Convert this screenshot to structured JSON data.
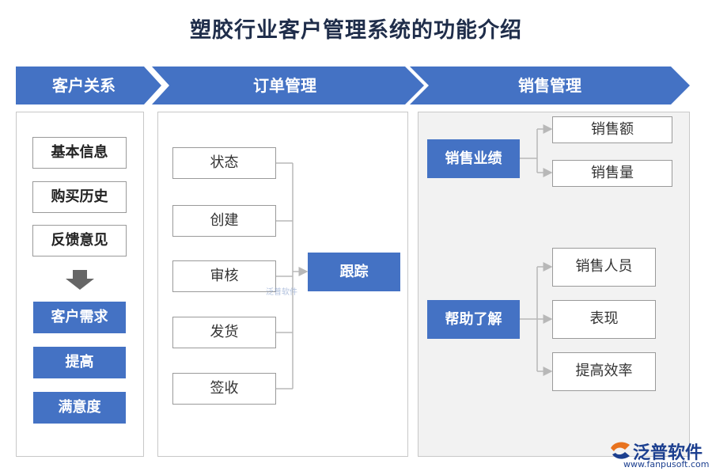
{
  "title": "塑胶行业客户管理系统的功能介绍",
  "banners": [
    "客户关系",
    "订单管理",
    "销售管理"
  ],
  "customer": {
    "info_items": [
      "基本信息",
      "购买历史",
      "反馈意见"
    ],
    "result_items": [
      "客户需求",
      "提高",
      "满意度"
    ]
  },
  "order": {
    "steps": [
      "状态",
      "创建",
      "审核",
      "发货",
      "签收"
    ],
    "target": "跟踪",
    "watermark": "泛普软件"
  },
  "sales": {
    "performance": {
      "label": "销售业绩",
      "items": [
        "销售额",
        "销售量"
      ]
    },
    "help": {
      "label": "帮助了解",
      "items": [
        "销售人员",
        "表现",
        "提高效率"
      ]
    }
  },
  "brand": {
    "name": "泛普软件",
    "url": "www.fanpusoft.com"
  },
  "colors": {
    "accent": "#4472c4",
    "border": "#9a9a9a",
    "line": "#b8b8b8"
  }
}
